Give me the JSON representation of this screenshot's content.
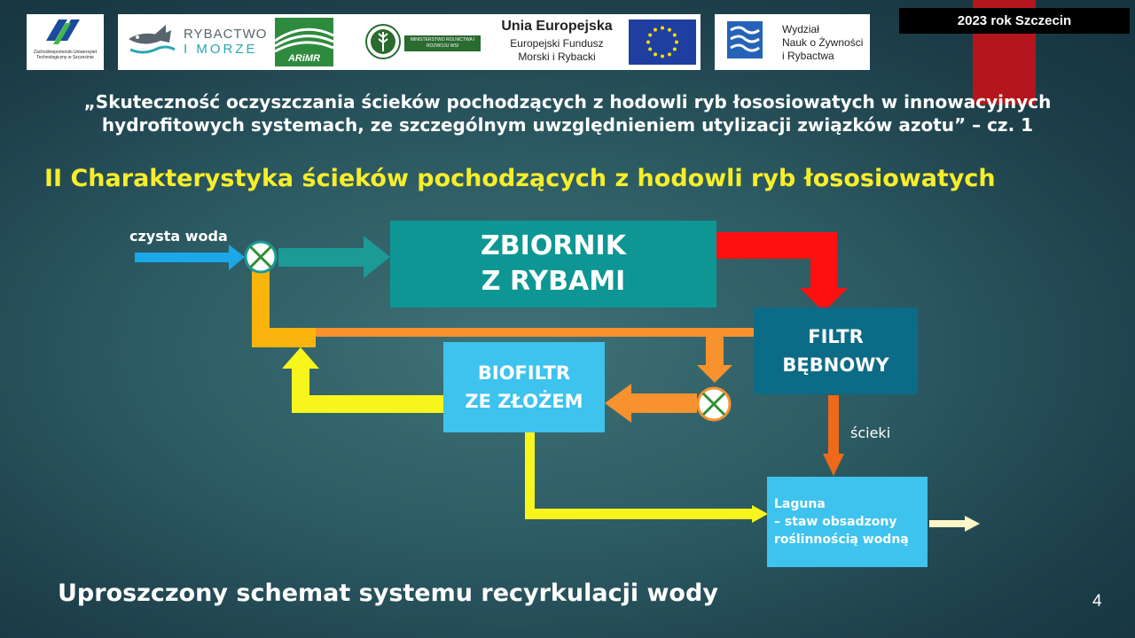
{
  "header": {
    "year_badge": "2023 rok  Szczecin",
    "logos": {
      "zut": "Zachodniopomorski Uniwersytet Technologiczny w Szczecinie",
      "rybactwo_line1": "RYBACTWO",
      "rybactwo_line2": "I MORZE",
      "arimr": "ARiMR",
      "ministerstwo": "MINISTERSTWO ROLNICTWA I ROZWOJU WSI",
      "ue_title": "Unia Europejska",
      "ue_line2": "Europejski Fundusz",
      "ue_line3": "Morski i Rybacki",
      "wydzial_line1": "Wydział",
      "wydzial_line2": "Nauk o Żywności",
      "wydzial_line3": "i Rybactwa"
    }
  },
  "title": {
    "line1": "„Skuteczność oczyszczania ścieków pochodzących z hodowli ryb łososiowatych w innowacyjnych",
    "line2": "hydrofitowych systemach, ze szczególnym uwzględnieniem utylizacji związków azotu” – cz. 1"
  },
  "section_heading": "II Charakterystyka ścieków pochodzących z hodowli ryb łososiowatych",
  "diagram": {
    "input_label": "czysta woda",
    "tank": "ZBIORNIK\nZ RYBAMI",
    "drum_filter": "FILTR\nBĘBNOWY",
    "biofilter": "BIOFILTR\nZE ZŁOŻEM",
    "sewage_label": "ścieki",
    "lagoon": "Laguna\n– staw obsadzony\nroślinnością wodną",
    "colors": {
      "tank": "#0e9694",
      "drum_filter": "#0c6b86",
      "biofilter": "#3dc3ee",
      "lagoon": "#3dc3ee",
      "red": "#ff1010",
      "orange": "#f7922e",
      "yellow": "#f8f51c",
      "blue": "#1aa8e8",
      "teal": "#1b9a96"
    }
  },
  "caption": "Uproszczony schemat systemu recyrkulacji wody",
  "page_number": "4"
}
